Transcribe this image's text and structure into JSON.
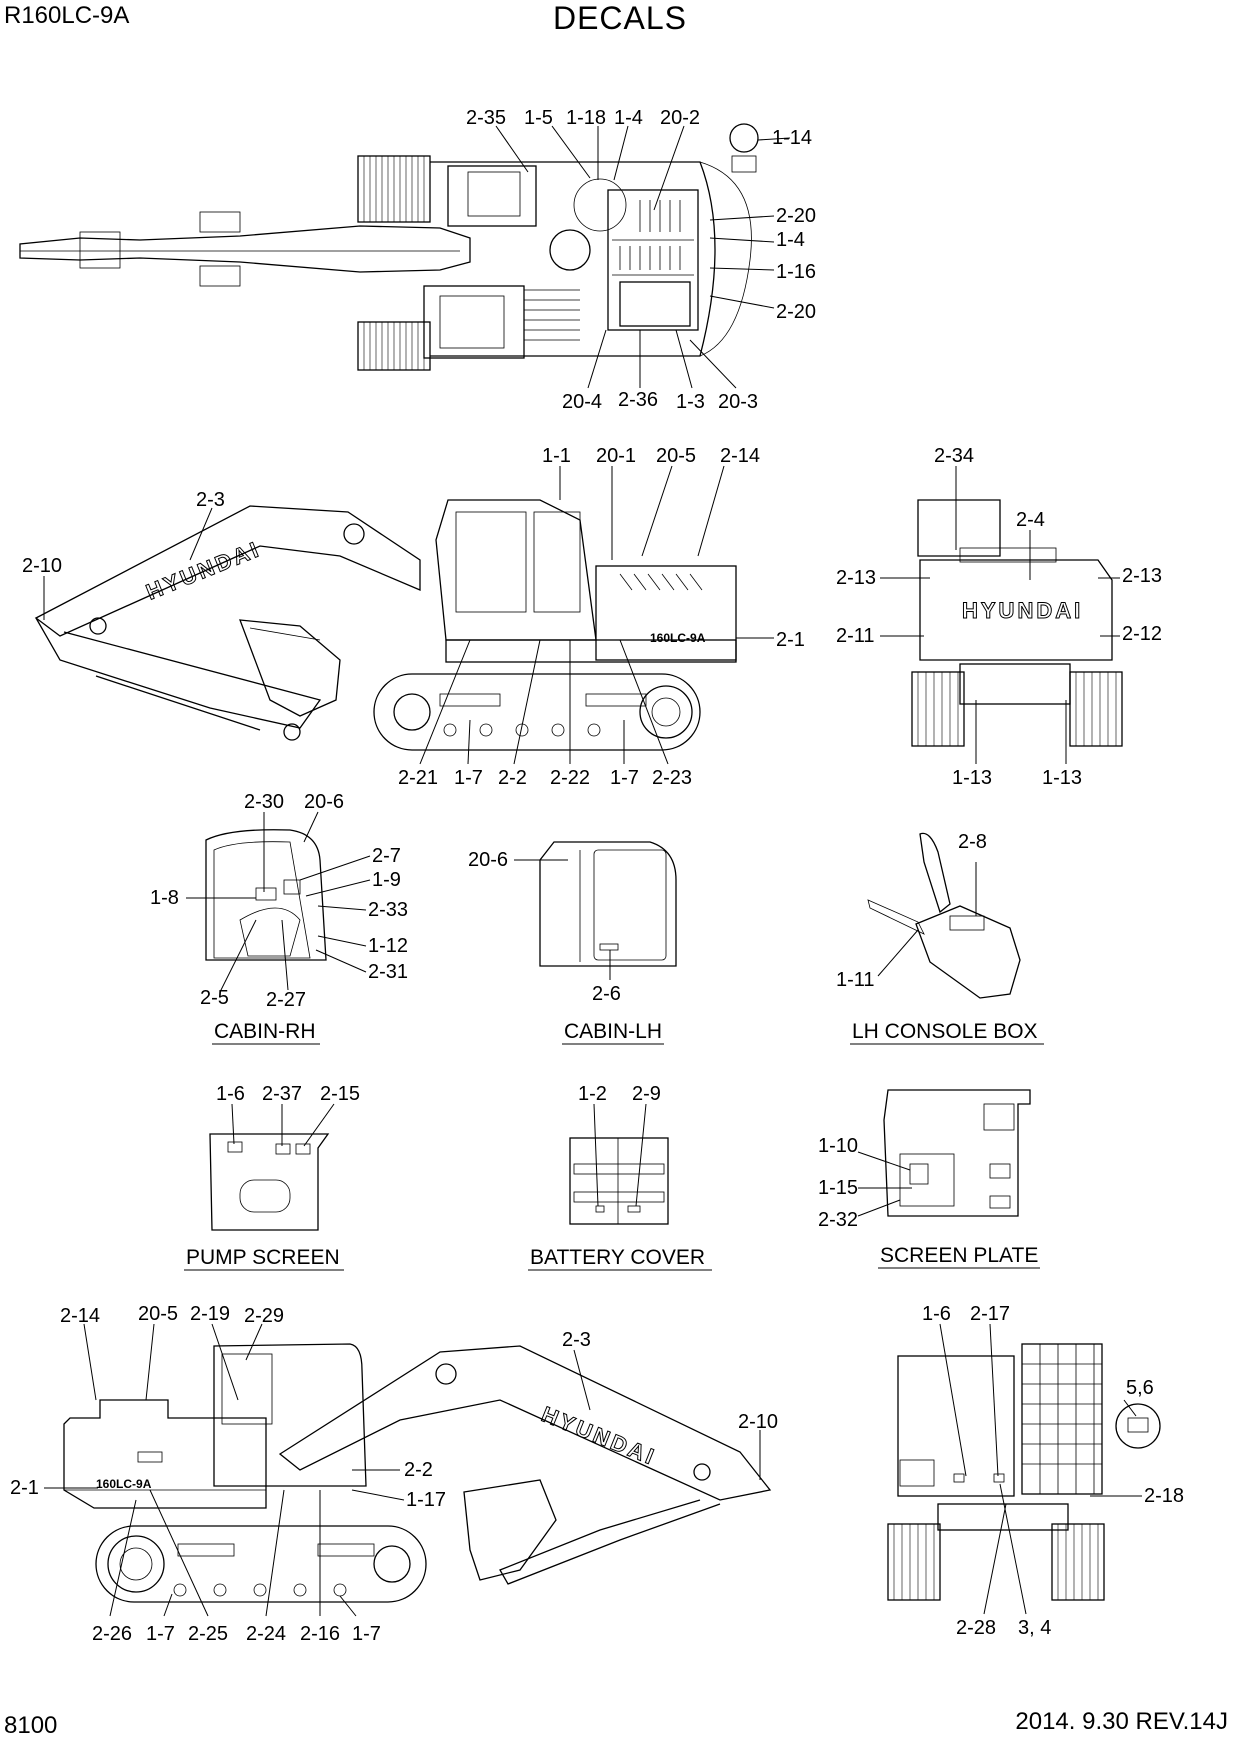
{
  "header": {
    "model": "R160LC-9A",
    "title": "DECALS"
  },
  "footer": {
    "page_number": "8100",
    "revision": "2014. 9.30  REV.14J"
  },
  "brand_text": "HYUNDAI",
  "model_badge": "160LC-9A",
  "views": {
    "top": {
      "labels": [
        "2-35",
        "1-5",
        "1-18",
        "1-4",
        "20-2",
        "1-14",
        "2-20",
        "1-4",
        "1-16",
        "2-20",
        "20-4",
        "2-36",
        "1-3",
        "20-3"
      ]
    },
    "right_side": {
      "labels": [
        "1-1",
        "20-1",
        "20-5",
        "2-14",
        "2-3",
        "2-10",
        "2-1",
        "2-21",
        "1-7",
        "2-2",
        "2-22",
        "1-7",
        "2-23"
      ]
    },
    "rear": {
      "labels": [
        "2-34",
        "2-4",
        "2-13",
        "2-13",
        "2-11",
        "2-12",
        "1-13",
        "1-13"
      ]
    },
    "cabin_rh": {
      "caption": "CABIN-RH",
      "labels": [
        "2-30",
        "20-6",
        "2-7",
        "1-9",
        "1-8",
        "2-33",
        "1-12",
        "2-31",
        "2-5",
        "2-27"
      ]
    },
    "cabin_lh": {
      "caption": "CABIN-LH",
      "labels": [
        "20-6",
        "2-6"
      ]
    },
    "lh_console": {
      "caption": "LH CONSOLE BOX",
      "labels": [
        "2-8",
        "1-11"
      ]
    },
    "pump_screen": {
      "caption": "PUMP SCREEN",
      "labels": [
        "1-6",
        "2-37",
        "2-15"
      ]
    },
    "battery_cover": {
      "caption": "BATTERY COVER",
      "labels": [
        "1-2",
        "2-9"
      ]
    },
    "screen_plate": {
      "caption": "SCREEN PLATE",
      "labels": [
        "1-10",
        "1-15",
        "2-32"
      ]
    },
    "left_side": {
      "labels": [
        "2-14",
        "20-5",
        "2-19",
        "2-29",
        "2-3",
        "2-10",
        "2-2",
        "2-1",
        "1-17",
        "2-26",
        "1-7",
        "2-25",
        "2-24",
        "2-16",
        "1-7"
      ]
    },
    "front": {
      "labels": [
        "1-6",
        "2-17",
        "5,6",
        "2-18",
        "2-28",
        "3, 4"
      ]
    }
  }
}
